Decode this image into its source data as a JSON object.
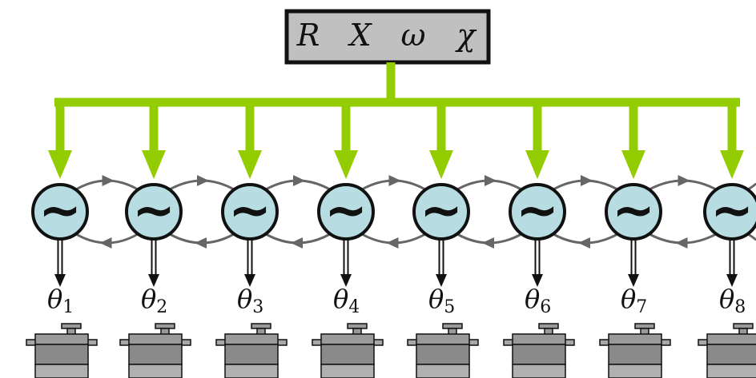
{
  "parameters": {
    "labels": [
      "R",
      "X",
      "ω",
      "χ"
    ]
  },
  "oscillators": [
    {
      "symbol": "~",
      "angle_symbol": "θ",
      "index": "1"
    },
    {
      "symbol": "~",
      "angle_symbol": "θ",
      "index": "2"
    },
    {
      "symbol": "~",
      "angle_symbol": "θ",
      "index": "3"
    },
    {
      "symbol": "~",
      "angle_symbol": "θ",
      "index": "4"
    },
    {
      "symbol": "~",
      "angle_symbol": "θ",
      "index": "5"
    },
    {
      "symbol": "~",
      "angle_symbol": "θ",
      "index": "6"
    },
    {
      "symbol": "~",
      "angle_symbol": "θ",
      "index": "7"
    },
    {
      "symbol": "~",
      "angle_symbol": "θ",
      "index": "8"
    }
  ],
  "colors": {
    "broadcast_green": "#93cc00",
    "oscillator_fill": "#b7dde3",
    "param_box_fill": "#c0c0c0",
    "coupling_arrow": "#666666",
    "servo_body": "#8a8a8a"
  }
}
